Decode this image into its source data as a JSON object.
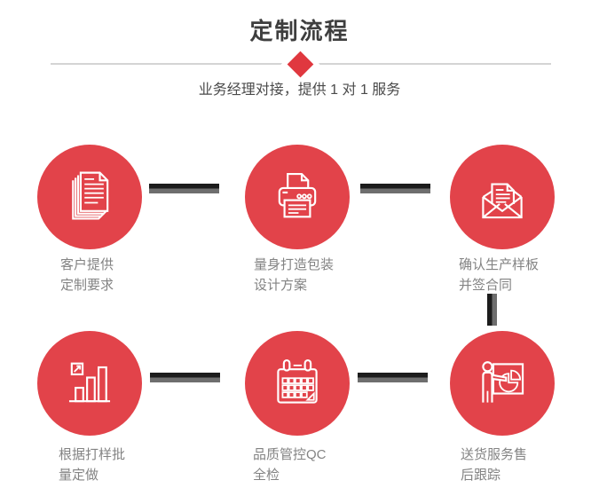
{
  "header": {
    "title": "定制流程",
    "subtitle": "业务经理对接，提供 1 对 1 服务"
  },
  "steps": [
    {
      "icon": "documents-icon",
      "label": "客户提供\n定制要求"
    },
    {
      "icon": "printer-icon",
      "label": "量身打造包装\n设计方案"
    },
    {
      "icon": "envelope-icon",
      "label": "确认生产样板\n并签合同"
    },
    {
      "icon": "bar-chart-icon",
      "label": "根据打样批\n量定做"
    },
    {
      "icon": "calendar-icon",
      "label": "品质管控QC\n全检"
    },
    {
      "icon": "presentation-icon",
      "label": "送货服务售\n后跟踪"
    }
  ],
  "colors": {
    "circle_red": "#e2434a",
    "diamond_red": "#e0383f",
    "connector_dark": "#1c1c1c",
    "connector_gray": "#6e6e6e",
    "title_text": "#3e3e3e",
    "subtitle_text": "#4a4a4a",
    "label_text": "#838383",
    "divider_gray": "#d4d4d4"
  }
}
